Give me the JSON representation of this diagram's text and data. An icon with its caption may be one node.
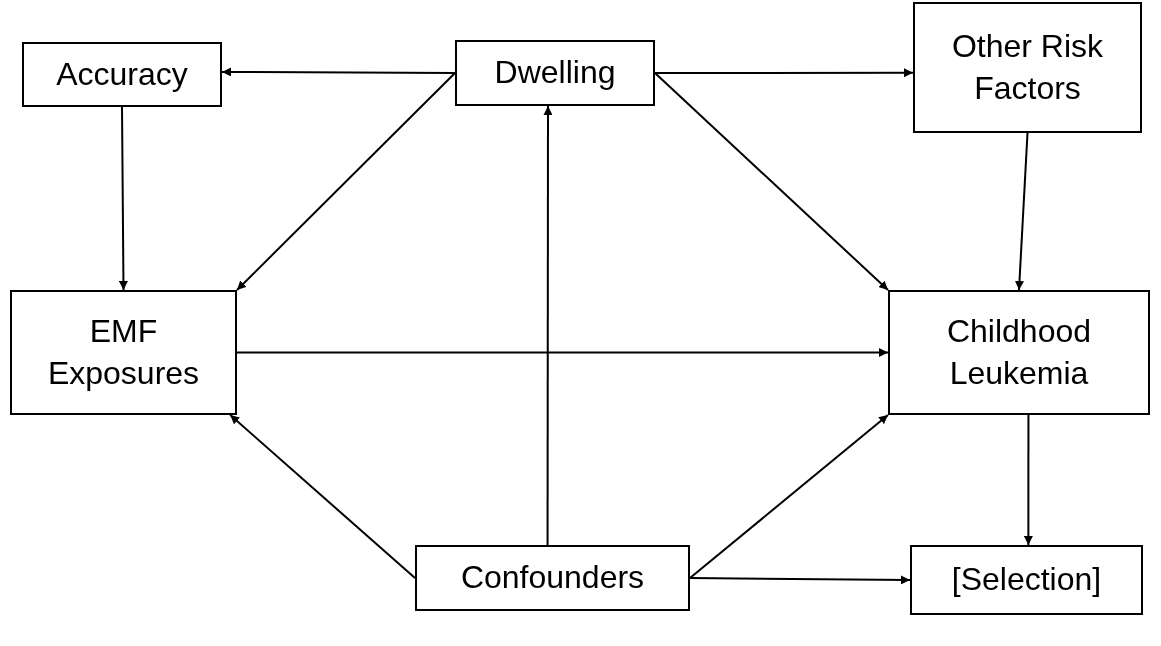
{
  "diagram": {
    "nodes": [
      {
        "text": [
          "Accuracy"
        ]
      },
      {
        "text": [
          "Dwelling"
        ]
      },
      {
        "text": [
          "Other Risk Factors"
        ]
      },
      {
        "text": [
          "EMF Exposures"
        ]
      },
      {
        "text": [
          "Childhood Leukemia"
        ]
      },
      {
        "text": [
          "Confounders"
        ]
      },
      {
        "text": [
          "[Selection]"
        ]
      }
    ],
    "edges": [
      {
        "from": 1,
        "to": 0,
        "arrow": "to"
      },
      {
        "from": 1,
        "to": 2,
        "arrow": "to"
      },
      {
        "from": 0,
        "to": 3,
        "arrow": "to"
      },
      {
        "from": 1,
        "to": 3,
        "arrow": "to"
      },
      {
        "from": 1,
        "to": 4,
        "arrow": "to"
      },
      {
        "from": 2,
        "to": 4,
        "arrow": "to"
      },
      {
        "from": 3,
        "to": 4,
        "arrow": "to"
      },
      {
        "from": 5,
        "to": 1,
        "arrow": "to"
      },
      {
        "from": 5,
        "to": 3,
        "arrow": "to"
      },
      {
        "from": 5,
        "to": 4,
        "arrow": "to"
      },
      {
        "from": 5,
        "to": 6,
        "arrow": "to"
      },
      {
        "from": 4,
        "to": 6,
        "arrow": "to"
      }
    ]
  }
}
